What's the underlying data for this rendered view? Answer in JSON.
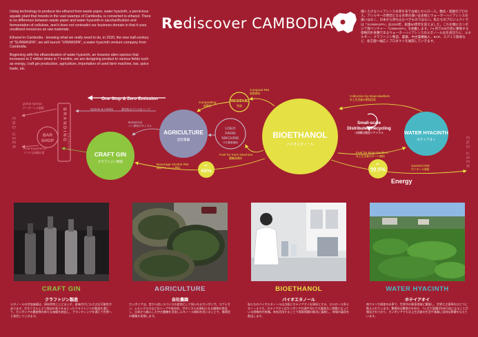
{
  "intro": {
    "p1": "Using technology to produce bio-ethanol from waste paper, water hyacinth, a pernicious aquatic plant that breeds in the vast swamps of Cambodia, is converted to ethanol. There is no difference between waste paper and water hyacinth in saccharification and fermentation of cellulose, and it does not contradict our business domain in that it uses unutilized resources as raw materials.",
    "p2": "Ethanol in Cambodia - knowing what we really need to do, in 2020, the new half-century of \"SUNWASPA\", we will launch \"UNWASPA\", a water hyacinth venture company from Cambodia.",
    "p3": "Beginning with the ethanolization of water hyacinth, an invasive alien species that increases to 2 million times in 7 months, we are designing product to various fields such as energy, craft gin production, agriculture, importation of used farm machine, bar, spice trade, etc."
  },
  "title": {
    "prefix": "Re",
    "rest": "discover CAMBODIA"
  },
  "jp_intro": "細く小さなハイアシンス水草を布で古紙とセルロース。糖化・発酵のプロセス。アレルギーの原因となる水草の違いは古紙とウォーターハイアシンスの違いはなく、日本から持ち込むべきものではない。私たちのプロジェクトでは「SUNWASPA」は2020年、創業50周年を迎えました。これを機にカンボジア発ベンチャー「UNWASPA」を始動します。7ヶ月で200万倍に繁殖する侵略的外来種であるウォーターハイアシンスのエタノール化を皮切りに、エネルギー、クラフトジン製造、農業、中古農機輸入、BAR、スパイス貿易など、各方面へ幅広くプロダクトを展開していきます。",
  "diagram": {
    "one_stop": "One Stop & Zero Emission",
    "spices": "Spices & Herbs",
    "spices_jp": "香辛料スパイス＆ハーブ",
    "botanical": "Botanical",
    "botanical_jp": "ジン原料ボタニカル",
    "global_spread": "global spread",
    "global_spread_jp": "ボーダーレス展開",
    "real_exp": "Real Experience",
    "real_exp_jp": "リアルな体験の場",
    "branding": "BRANDING",
    "branding_jp": "ブランディング",
    "bar_shop_1": "BAR",
    "bar_shop_2": "SHOP",
    "end_user": "END USER",
    "craft_gin": "CRAFT GIN",
    "craft_gin_jp": "クラフトジン製造",
    "agriculture": "AGRICULTURE",
    "agriculture_jp": "自社農園",
    "used_farm_1": "USED",
    "used_farm_2": "FARM",
    "used_farm_3": "MACHINE",
    "used_farm_jp": "中古農業機械",
    "bioethanol": "BIOETHANOL",
    "bioethanol_jp": "バイオエタノール",
    "water_hyacinth": "WATER HYACINTH",
    "water_hyacinth_jp": "ホテイアオイ",
    "compost": "Compost RM",
    "compost_jp": "堆肥原料",
    "composting": "Composting",
    "composting_jp": "堆肥化",
    "residue": "RESIDUE",
    "residue_jp": "残渣",
    "collection": "Collection by Boat-dwellers",
    "collection_jp": "水上生活者の原料回収",
    "small_scale_1": "Small-scale",
    "small_scale_2": "Distributed Recycling",
    "small_scale_jp": "小規模分散型リサイクル",
    "fuel_boat": "Fuel for Boat-dwellers",
    "fuel_boat_jp": "水上生活者のボート燃料",
    "fuel_farm": "Fuel for Farm Machine",
    "fuel_farm_jp": "農機具燃料",
    "beverage": "Beverage Alcohol RM",
    "beverage_jp": "飲料アルコール原料",
    "gasohol": "Gasohol RM",
    "gasohol_jp": "ガソホール原料",
    "energy": "Energy",
    "alc_label": "alc.",
    "alc_left": "95%",
    "alc_right": "99.5%"
  },
  "captions": [
    {
      "en": "CRAFT GIN",
      "jp": "クラフトジン製造",
      "body": "エタノールの付加価値は、原料特性にとどまらず、香味付けにも大きな可能性があります。ボタニカルにより独自の香りをまとったクラフトジンの製造を通じて、カンボジアの農産物の新たな価値を創出し、ブランディングを通じて世界へと発信していきます。"
    },
    {
      "en": "AGRICULTURE",
      "jp": "自社農園",
      "body": "カンボジアは、昔から良いスパイスの産地として知られるカンボジア。コブミカン、レモングラスなどのハーブや香辛料、ボタニカルの原料となる植物を栽培し、日本から輸入した中古農機を活用しエタノール燃料を用いることで、循環型の農業を実現します。"
    },
    {
      "en": "BIOETHANOL",
      "jp": "バイオエタノール",
      "body": "私たちのバイオエタノールは古紙とホテイアオイを原料とする、セルロース系エタノールです。ホテイアオイはカンボジアの湖や河川で大量発生し問題となっている侵略的外来種。有効活用することで環境問題の解決に貢献し、地域の雇用を創出します。"
    },
    {
      "en": "WATER HYACINTH",
      "jp": "ホテイアオイ",
      "body": "南アメリカ原産の水草で、世界中の熱帯地域に繁殖し、世界三大害草のひとつに数えられています。驚異的な繁殖力を持ち、7ヶ月で面積が200万倍になることが報告されており、カンボジアでも水上生活者の生活や漁業に深刻な影響を与えています。"
    }
  ]
}
